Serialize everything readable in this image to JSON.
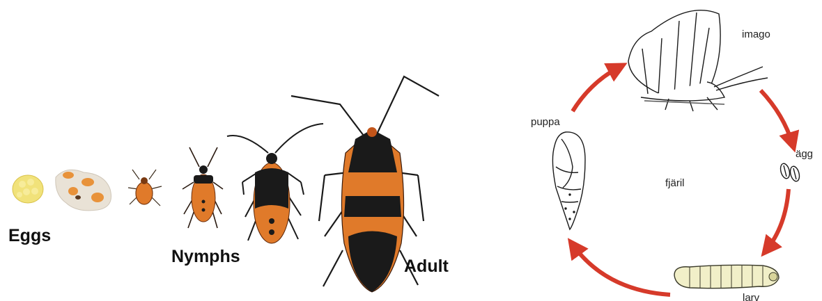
{
  "left_panel": {
    "labels": {
      "eggs": "Eggs",
      "nymphs": "Nymphs",
      "adult": "Adult"
    }
  },
  "right_panel": {
    "center_label": "fjäril",
    "stages": {
      "imago": "imago",
      "egg": "ägg",
      "larva": "larv",
      "pupa": "puppa"
    }
  },
  "colors": {
    "bug_orange": "#e07a2a",
    "bug_black": "#1a1a1a",
    "cycle_arrow": "#d63a2a",
    "egg_yellow": "#f2e060"
  }
}
